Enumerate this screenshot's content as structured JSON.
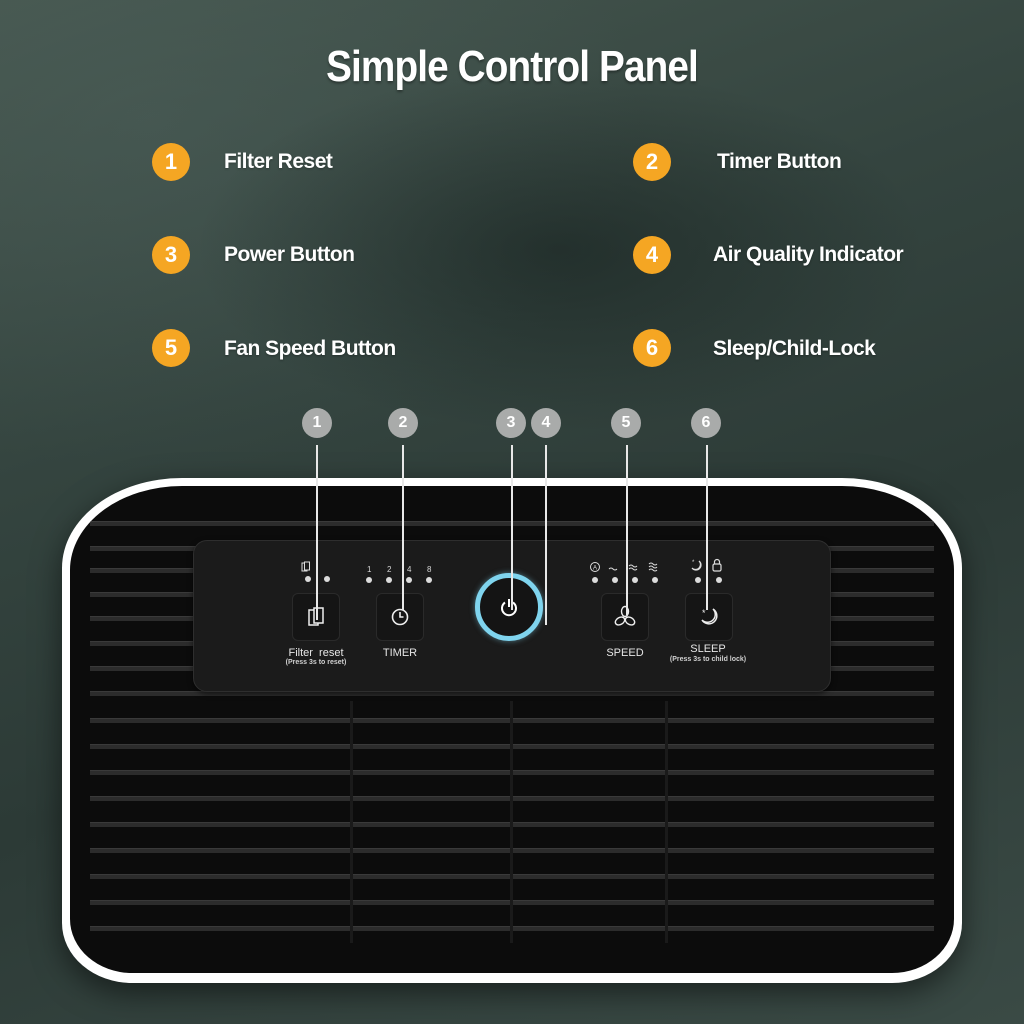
{
  "title": "Simple Control Panel",
  "legend": [
    {
      "number": "1",
      "label": "Filter Reset"
    },
    {
      "number": "2",
      "label": "Timer Button"
    },
    {
      "number": "3",
      "label": "Power Button"
    },
    {
      "number": "4",
      "label": "Air Quality Indicator"
    },
    {
      "number": "5",
      "label": "Fan Speed Button"
    },
    {
      "number": "6",
      "label": "Sleep/Child-Lock"
    }
  ],
  "callouts": [
    "1",
    "2",
    "3",
    "4",
    "5",
    "6"
  ],
  "panel": {
    "filter": {
      "label": "Filter  reset",
      "sublabel": "(Press 3s to reset)",
      "icon": "filter-icon"
    },
    "timer": {
      "label": "TIMER",
      "ticks": [
        "1",
        "2",
        "4",
        "8"
      ],
      "icon": "clock-icon"
    },
    "power": {
      "icon": "power-icon",
      "ring_color": "#7fd4ee"
    },
    "speed": {
      "label": "SPEED",
      "indicators": [
        "auto-icon",
        "low-wave-icon",
        "mid-wave-icon",
        "high-wave-icon"
      ],
      "icon": "fan-icon"
    },
    "sleep": {
      "label": "SLEEP",
      "sublabel": "(Press 3s to child lock)",
      "indicators": [
        "sleep-moon-icon",
        "lock-icon"
      ],
      "icon": "moon-icon"
    }
  },
  "colors": {
    "badge": "#f5a623",
    "callout": "#a9abaa",
    "background": "#34443f",
    "device_trim": "#ffffff",
    "device_body": "#0c0c0c"
  }
}
